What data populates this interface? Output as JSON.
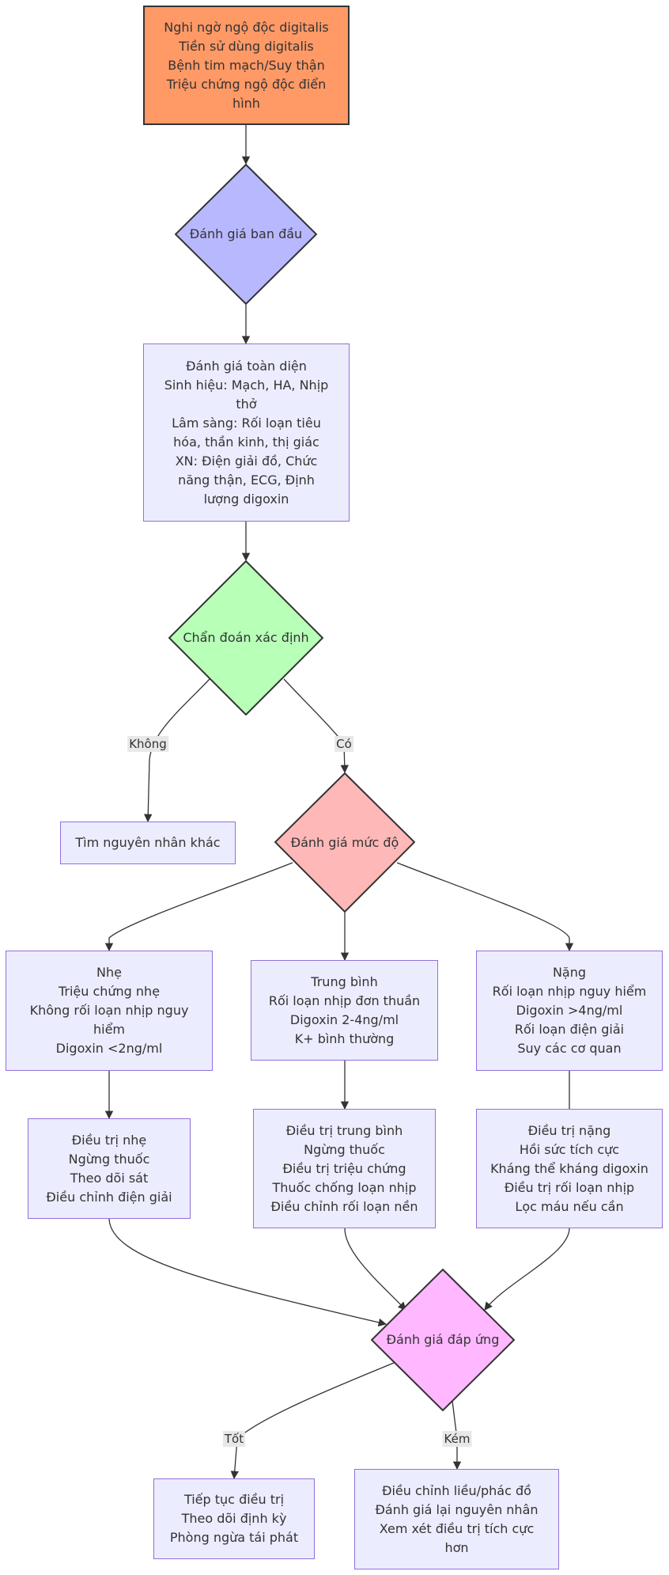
{
  "colors": {
    "default_fill": "#ececff",
    "default_stroke": "#9370db",
    "start_fill": "#ff9966",
    "assess_fill": "#b8b8ff",
    "diagnose_fill": "#b8ffb8",
    "severity_fill": "#ffb8b8",
    "response_fill": "#ffb8ff",
    "dark_stroke": "#333333",
    "edge": "#333333",
    "label_bg": "#e8e8e8"
  },
  "nodes": {
    "start": {
      "lines": [
        "Nghi ngờ ngộ độc digitalis",
        "Tiền sử dùng digitalis",
        "Bệnh tim mạch/Suy thận",
        "Triệu chứng ngộ độc điển",
        "hình"
      ]
    },
    "initial": {
      "lines": [
        "Đánh giá ban đầu"
      ]
    },
    "comprehensive": {
      "lines": [
        "Đánh giá toàn diện",
        "Sinh hiệu: Mạch, HA, Nhịp",
        "thở",
        "Lâm sàng: Rối loạn tiêu",
        "hóa, thần kinh, thị giác",
        "XN: Điện giải đồ, Chức",
        "năng thận, ECG, Định",
        "lượng digoxin"
      ]
    },
    "diagnosis": {
      "lines": [
        "Chẩn đoán xác định"
      ]
    },
    "other_cause": {
      "lines": [
        "Tìm nguyên nhân khác"
      ]
    },
    "severity": {
      "lines": [
        "Đánh giá mức độ"
      ]
    },
    "mild": {
      "lines": [
        "Nhẹ",
        "Triệu chứng nhẹ",
        "Không rối loạn nhịp nguy",
        "hiểm",
        "Digoxin <2ng/ml"
      ]
    },
    "moderate": {
      "lines": [
        "Trung bình",
        "Rối loạn nhịp đơn thuần",
        "Digoxin 2-4ng/ml",
        "K+ bình thường"
      ]
    },
    "severe": {
      "lines": [
        "Nặng",
        "Rối loạn nhịp nguy hiểm",
        "Digoxin >4ng/ml",
        "Rối loạn điện giải",
        "Suy các cơ quan"
      ]
    },
    "treat_mild": {
      "lines": [
        "Điều trị nhẹ",
        "Ngừng thuốc",
        "Theo dõi sát",
        "Điều chỉnh điện giải"
      ]
    },
    "treat_moderate": {
      "lines": [
        "Điều trị trung bình",
        "Ngừng thuốc",
        "Điều trị triệu chứng",
        "Thuốc chống loạn nhịp",
        "Điều chỉnh rối loạn nền"
      ]
    },
    "treat_severe": {
      "lines": [
        "Điều trị nặng",
        "Hồi sức tích cực",
        "Kháng thể kháng digoxin",
        "Điều trị rối loạn nhịp",
        "Lọc máu nếu cần"
      ]
    },
    "response": {
      "lines": [
        "Đánh giá đáp ứng"
      ]
    },
    "good": {
      "lines": [
        "Tiếp tục điều trị",
        "Theo dõi định kỳ",
        "Phòng ngừa tái phát"
      ]
    },
    "poor": {
      "lines": [
        "Điều chỉnh liều/phác đồ",
        "Đánh giá lại nguyên nhân",
        "Xem xét điều trị tích cực",
        "hơn"
      ]
    }
  },
  "edge_labels": {
    "no": "Không",
    "yes": "Có",
    "good": "Tốt",
    "poor": "Kém"
  }
}
